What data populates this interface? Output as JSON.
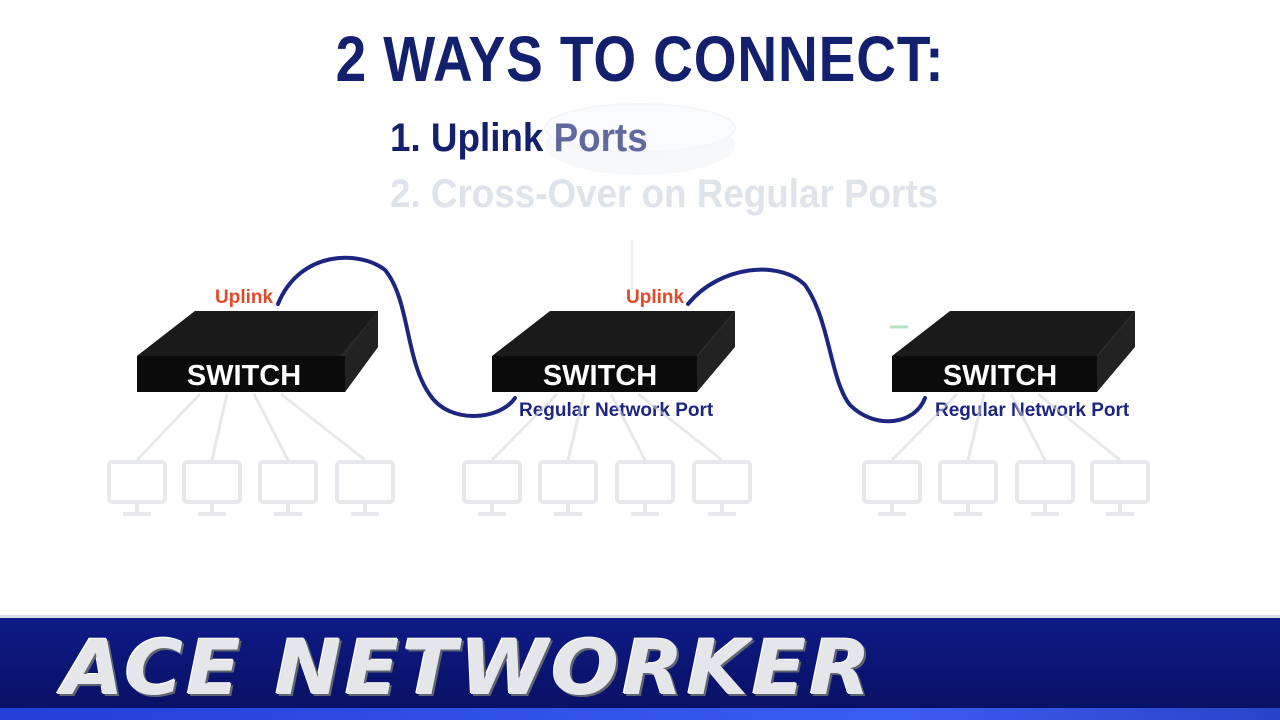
{
  "title": "2 WAYS TO CONNECT:",
  "items": [
    "1. Uplink Ports",
    "2. Cross-Over on Regular Ports"
  ],
  "diagram": {
    "switch_label": "SWITCH",
    "uplink_label": "Uplink",
    "regular_port_label": "Regular Network Port"
  },
  "brand": "ACE NETWORKER",
  "colors": {
    "title": "#13206e",
    "uplink": "#e04a2a",
    "cable": "#1c2580",
    "switch_body": "#111111",
    "banner": "#0a1470"
  }
}
